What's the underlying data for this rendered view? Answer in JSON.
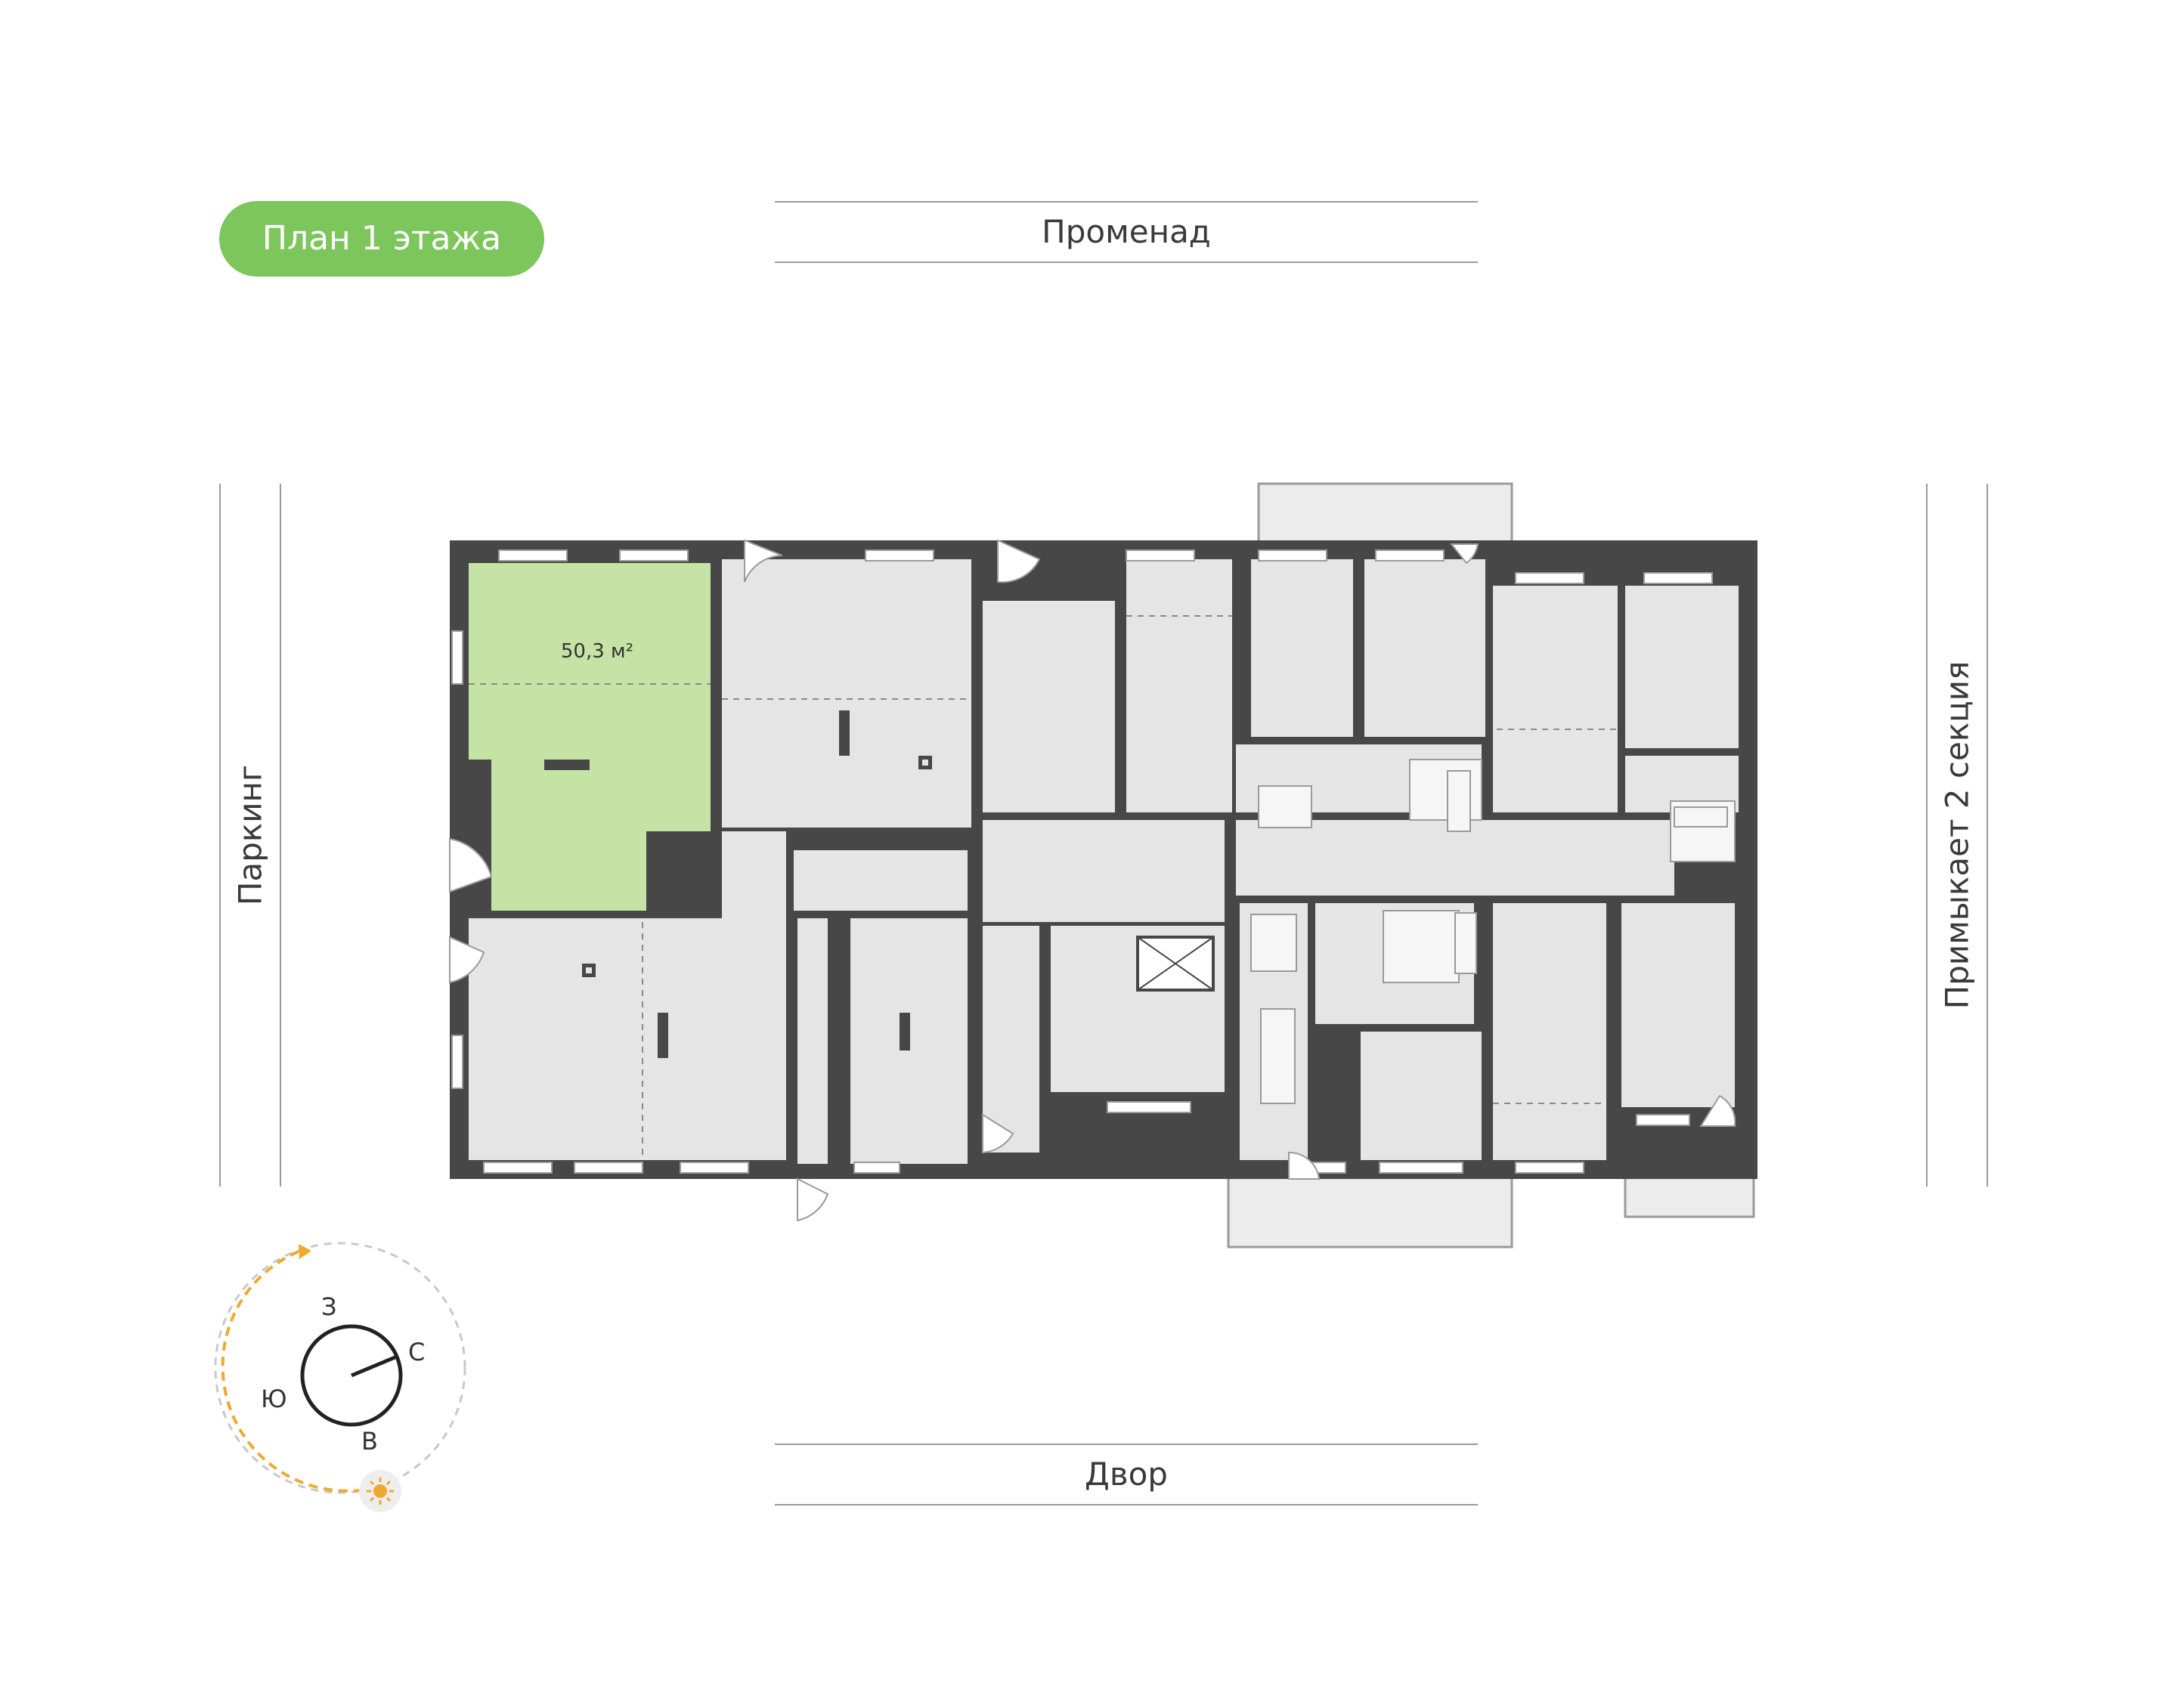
{
  "badge": {
    "label": "План 1 этажа"
  },
  "streets": {
    "top": "Променад",
    "bottom": "Двор",
    "left": "Паркинг",
    "right": "Примыкает 2 секция"
  },
  "unit": {
    "area": "50,3 м²",
    "status": "highlighted"
  },
  "compass": {
    "north": "С",
    "south": "Ю",
    "east": "В",
    "west": "З",
    "sun_icon": "sun-icon"
  },
  "colors": {
    "accent": "#7cc65c",
    "highlight": "#c6e3a6",
    "wall": "#474747",
    "floor": "#e5e5e5",
    "sun_path": "#f0a830"
  }
}
